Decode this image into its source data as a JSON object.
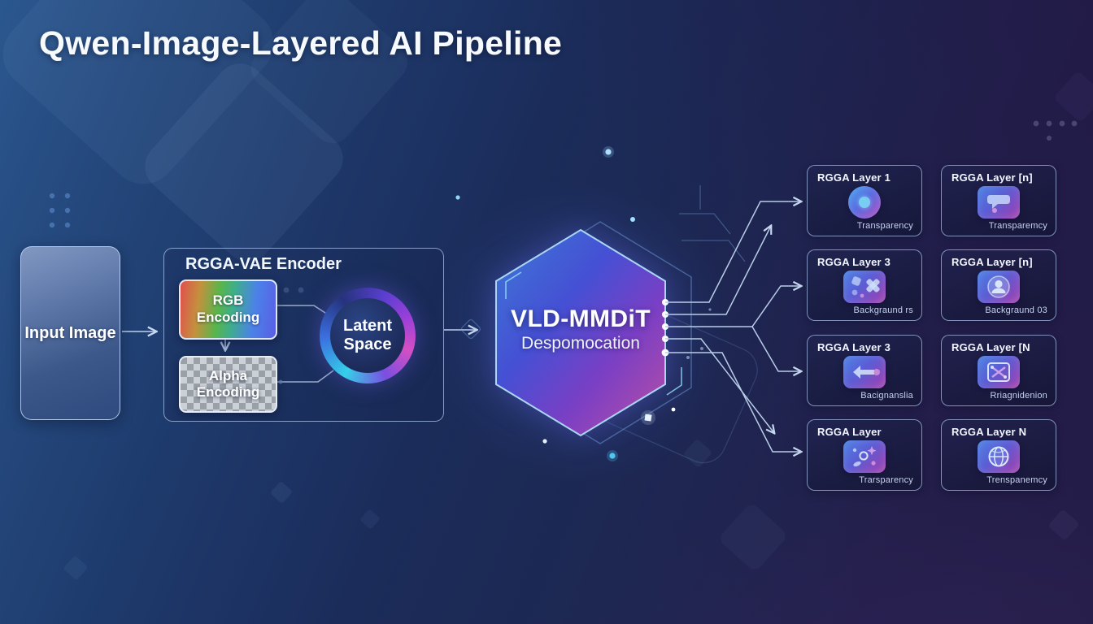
{
  "title": "Qwen-Image-Layered AI Pipeline",
  "input": {
    "label": "Input Image"
  },
  "encoder": {
    "title": "RGGA-VAE Encoder",
    "rgb_label": "RGB Encoding",
    "alpha_label": "Alpha Encoding",
    "latent_label": "Latent Space"
  },
  "transformer": {
    "title": "VLD-MMDiT",
    "subtitle": "Despomocation"
  },
  "layers": [
    {
      "title": "RGGA Layer 1",
      "caption": "Transparency",
      "icon": "circle-layer-icon"
    },
    {
      "title": "RGGA Layer [n]",
      "caption": "Transparemcy",
      "icon": "chat-layer-icon"
    },
    {
      "title": "RGGA Layer 3",
      "caption": "Backgraund rs",
      "icon": "puzzle-layer-icon"
    },
    {
      "title": "RGGA Layer [n]",
      "caption": "Backgraund 03",
      "icon": "avatar-layer-icon"
    },
    {
      "title": "RGGA Layer 3",
      "caption": "Bacignanslia",
      "icon": "arrow-layer-icon"
    },
    {
      "title": "RGGA Layer [N",
      "caption": "Rriagnidenion",
      "icon": "image-layer-icon"
    },
    {
      "title": "RGGA Layer",
      "caption": "Trarsparency",
      "icon": "particles-layer-icon"
    },
    {
      "title": "RGGA Layer N",
      "caption": "Trenspanemcy",
      "icon": "globe-layer-icon"
    }
  ],
  "colors": {
    "background_navy": "#1b2a57",
    "accent_cyan": "#4fc8f0",
    "hexagon_blue": "#3e78d6",
    "hexagon_magenta": "#bb4fa4",
    "card_border": "#98acd8",
    "wire": "#bcd0ec"
  }
}
